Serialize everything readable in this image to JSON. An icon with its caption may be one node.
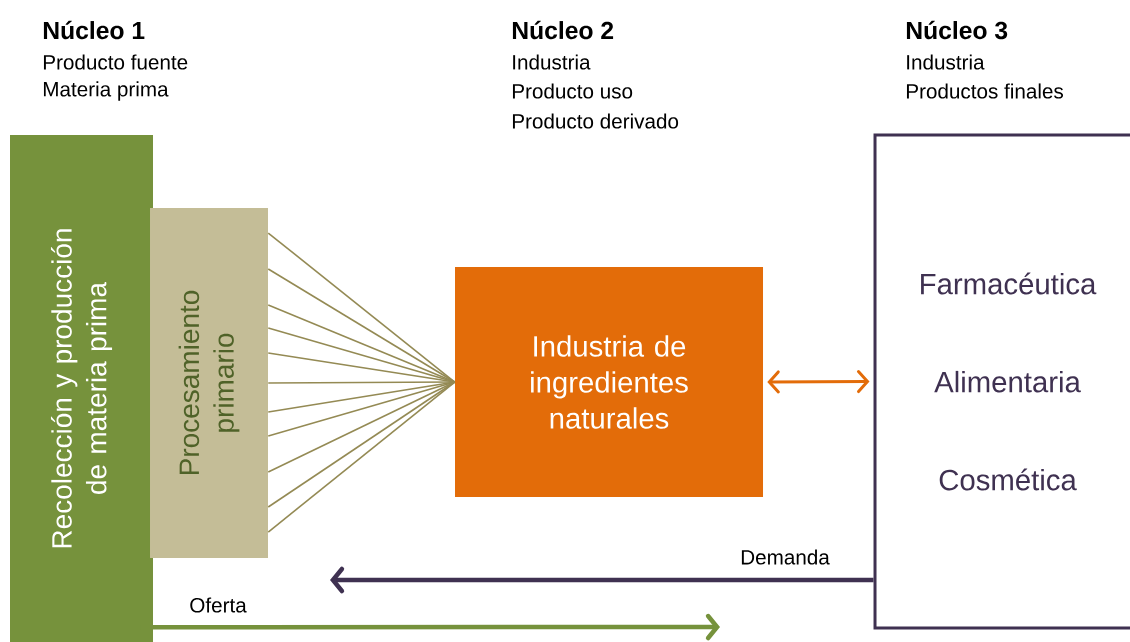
{
  "diagram": {
    "nodes": [
      {
        "text": [
          "Recolección y producción de materia prima"
        ]
      },
      {
        "text": [
          "Procesamiento primario"
        ]
      },
      {
        "text": [
          "Industria de ingredientes naturales"
        ]
      },
      {
        "text": [
          "Farmacéutica",
          "Alimentaria",
          "Cosmética"
        ]
      }
    ],
    "edges": [
      {
        "from": 1,
        "to": 2,
        "arrow": "none"
      },
      {
        "from": 1,
        "to": 2,
        "arrow": "none"
      },
      {
        "from": 1,
        "to": 2,
        "arrow": "none"
      },
      {
        "from": 1,
        "to": 2,
        "arrow": "none"
      },
      {
        "from": 1,
        "to": 2,
        "arrow": "none"
      },
      {
        "from": 1,
        "to": 2,
        "arrow": "none"
      },
      {
        "from": 1,
        "to": 2,
        "arrow": "none"
      },
      {
        "from": 1,
        "to": 2,
        "arrow": "none"
      },
      {
        "from": 1,
        "to": 2,
        "arrow": "none"
      },
      {
        "from": 1,
        "to": 2,
        "arrow": "none"
      },
      {
        "from": 1,
        "to": 2,
        "arrow": "none"
      },
      {
        "from": 2,
        "to": 3,
        "arrow": "both",
        "color": "#e36c09"
      },
      {
        "from": 3,
        "to": null,
        "arrow": "to",
        "label": "Demanda",
        "style": "thick",
        "color": "#3f3151"
      },
      {
        "from": 0,
        "to": null,
        "arrow": "to",
        "label": "Oferta",
        "style": "thick",
        "color": "#76923c"
      }
    ],
    "labels": [
      "Núcleo 1",
      "Producto fuente",
      "Materia prima",
      "Núcleo 2",
      "Industria",
      "Producto uso",
      "Producto derivado",
      "Núcleo 3",
      "Industria",
      "Productos finales"
    ]
  }
}
